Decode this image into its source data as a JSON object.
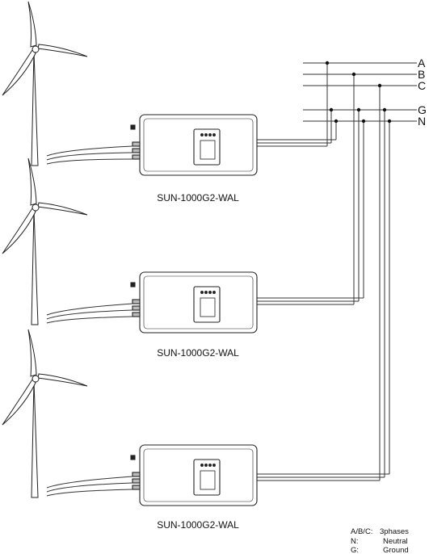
{
  "buses": [
    {
      "id": "A",
      "label": "A"
    },
    {
      "id": "B",
      "label": "B"
    },
    {
      "id": "C",
      "label": "C"
    },
    {
      "id": "G",
      "label": "G"
    },
    {
      "id": "N",
      "label": "N"
    }
  ],
  "inverters": [
    {
      "model": "SUN-1000G2-WAL"
    },
    {
      "model": "SUN-1000G2-WAL"
    },
    {
      "model": "SUN-1000G2-WAL"
    }
  ],
  "legend": [
    {
      "key": "A/B/C:",
      "value": "3phases"
    },
    {
      "key": "N:",
      "value": "Neutral"
    },
    {
      "key": "G:",
      "value": "Ground"
    }
  ]
}
